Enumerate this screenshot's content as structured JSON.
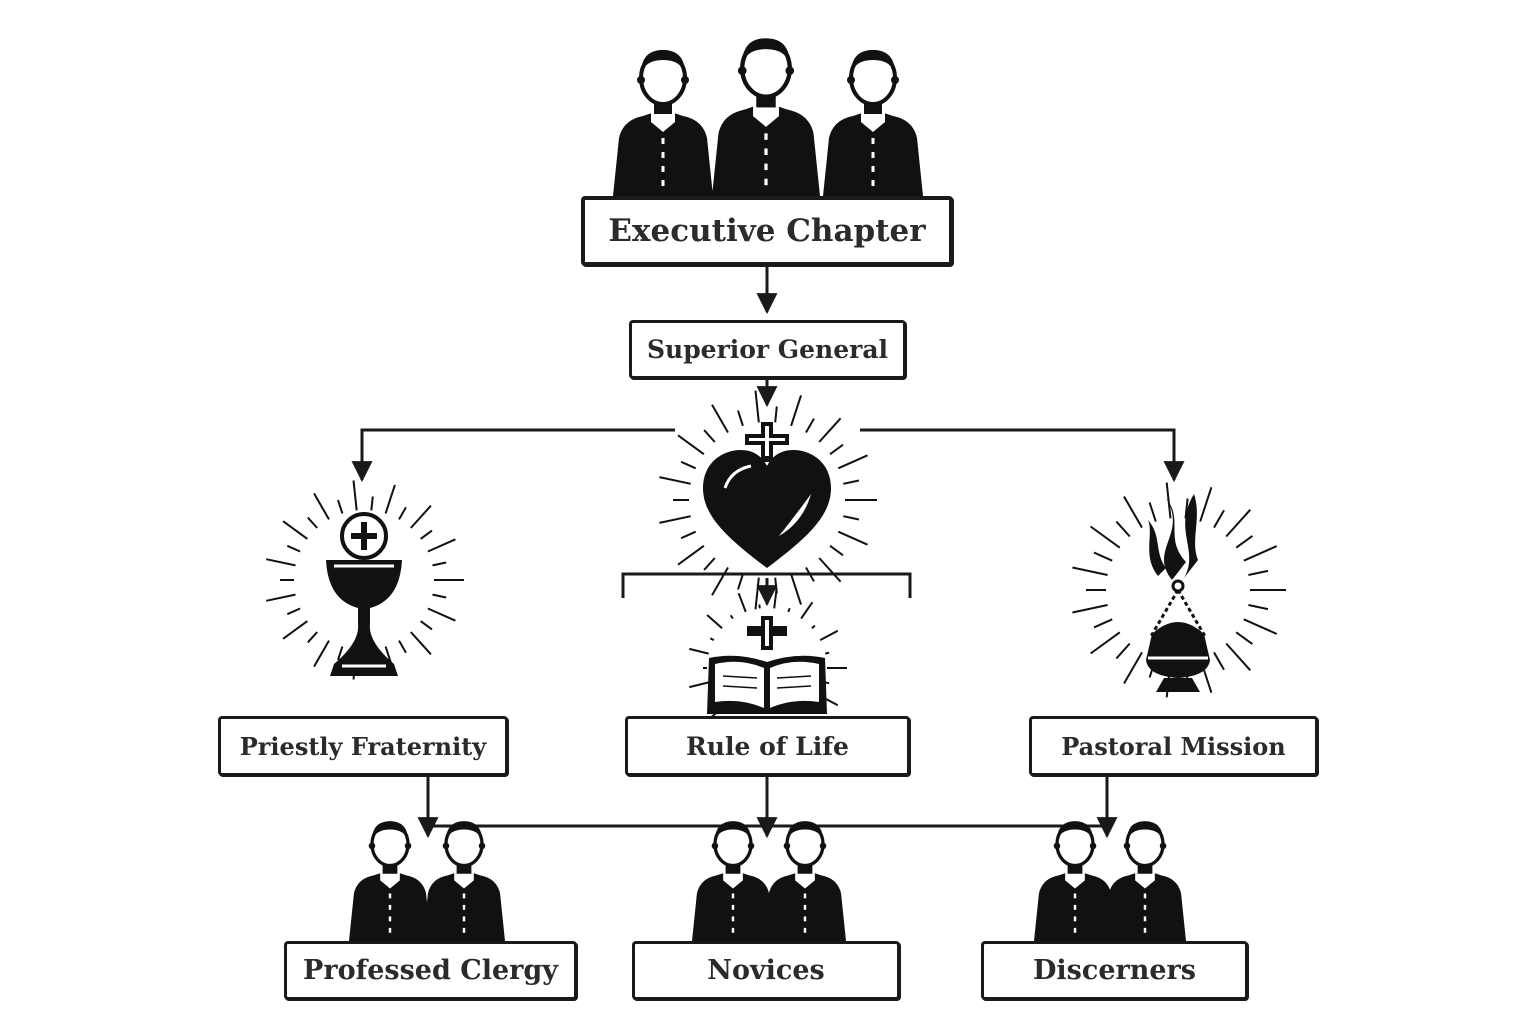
{
  "nodes": {
    "executive_chapter": "Executive Chapter",
    "superior_general": "Superior General",
    "priestly_fraternity": "Priestly Fraternity",
    "rule_of_life": "Rule of Life",
    "pastoral_mission": "Pastoral Mission",
    "professed_clergy": "Professed Clergy",
    "novices": "Novices",
    "discerners": "Discerners"
  },
  "edges": [
    {
      "from": "Executive Chapter",
      "to": "Superior General"
    },
    {
      "from": "Superior General",
      "to": "Priestly Fraternity"
    },
    {
      "from": "Superior General",
      "to": "Rule of Life"
    },
    {
      "from": "Superior General",
      "to": "Pastoral Mission"
    },
    {
      "from": "Priestly Fraternity",
      "to": "Professed Clergy"
    },
    {
      "from": "Rule of Life",
      "to": "Novices"
    },
    {
      "from": "Pastoral Mission",
      "to": "Discerners"
    }
  ],
  "icons": [
    "clergy-group-icon",
    "sacred-heart-cross-icon",
    "chalice-host-icon",
    "bible-cross-icon",
    "censer-incense-icon",
    "clergy-pair-icon"
  ],
  "colors": {
    "ink": "#1a1a1a",
    "text": "#2b2b2b",
    "background": "#ffffff"
  }
}
